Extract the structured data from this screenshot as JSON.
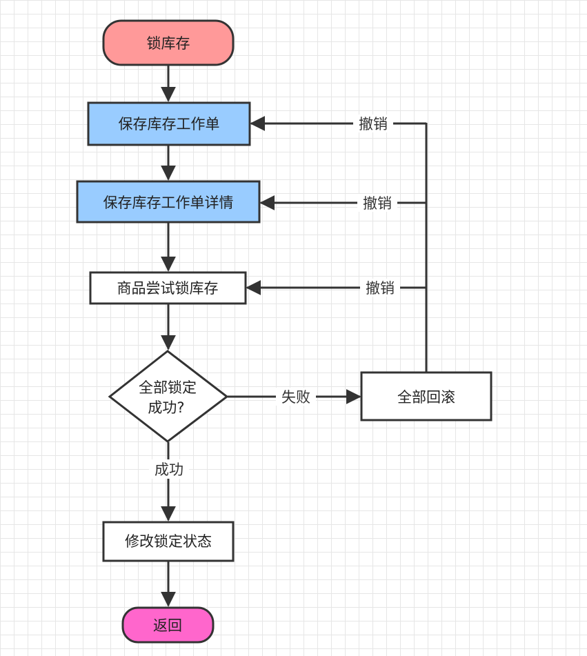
{
  "nodes": {
    "start": {
      "label": "锁库存",
      "shape": "terminator",
      "color": "#ff9999"
    },
    "save_order": {
      "label": "保存库存工作单",
      "shape": "process",
      "color": "#99ccff"
    },
    "save_detail": {
      "label": "保存库存工作单详情",
      "shape": "process",
      "color": "#99ccff"
    },
    "try_lock": {
      "label": "商品尝试锁库存",
      "shape": "process",
      "color": "#ffffff"
    },
    "decision": {
      "label_line1": "全部锁定",
      "label_line2": "成功?",
      "shape": "decision",
      "color": "#ffffff"
    },
    "rollback": {
      "label": "全部回滚",
      "shape": "process",
      "color": "#ffffff"
    },
    "update_status": {
      "label": "修改锁定状态",
      "shape": "process",
      "color": "#ffffff"
    },
    "end": {
      "label": "返回",
      "shape": "terminator",
      "color": "#ff66cc"
    }
  },
  "edges": {
    "fail_label": "失败",
    "success_label": "成功",
    "undo_label_1": "撤销",
    "undo_label_2": "撤销",
    "undo_label_3": "撤销"
  },
  "colors": {
    "stroke": "#333333",
    "grid": "#e6e6e6"
  }
}
